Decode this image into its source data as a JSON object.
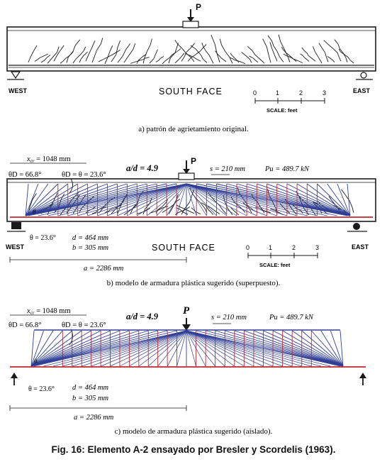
{
  "panel_a": {
    "load_label": "P",
    "west": "WEST",
    "east": "EAST",
    "face": "SOUTH FACE",
    "scale_ticks": [
      "0",
      "1",
      "2",
      "3"
    ],
    "scale_label": "SCALE: feet",
    "caption": "a) patrón de agrietamiento original."
  },
  "panel_b": {
    "load_label": "P",
    "xcr": "x",
    "xcr_sub": "cr",
    "xcr_value": " = 1048 mm",
    "theta_d_left": "θD = 66.8°",
    "theta_d_mid": "θD = θ = 23.6°",
    "ad": "a/d = 4.9",
    "s": "s = 210 mm",
    "pu": "Pu = 489.7 kN",
    "theta_small": "θ",
    "theta_bottom": "θ = 23.6°",
    "d_val": "d = 464 mm",
    "b_val": "b = 305 mm",
    "a_val": "a = 2286 mm",
    "west": "WEST",
    "east": "EAST",
    "face": "SOUTH FACE",
    "scale_ticks": [
      "0",
      "1",
      "2",
      "3"
    ],
    "scale_label": "SCALE: feet",
    "caption": "b) modelo de armadura plástica sugerido (superpuesto)."
  },
  "panel_c": {
    "load_label": "P",
    "xcr": "x",
    "xcr_sub": "cr",
    "xcr_value": " = 1048 mm",
    "theta_d_left": "θD = 66.8°",
    "theta_d_mid": "θD = θ = 23.6°",
    "ad": "a/d = 4.9",
    "s": "s = 210 mm",
    "pu": "Pu = 489.7 kN",
    "theta_small": "θ",
    "theta_bottom": "θ = 23.6°",
    "d_val": "d = 464 mm",
    "b_val": "b = 305 mm",
    "a_val": "a = 2286 mm",
    "caption": "c) modelo de armadura plástica sugerido (aislado)."
  },
  "figure_caption": "Fig. 16: Elemento A-2 ensayado por Bresler y Scordelis (1963).",
  "colors": {
    "truss_blue": "#2f3f96",
    "tie_red": "#c0282d",
    "ink": "#1a1a1a"
  }
}
